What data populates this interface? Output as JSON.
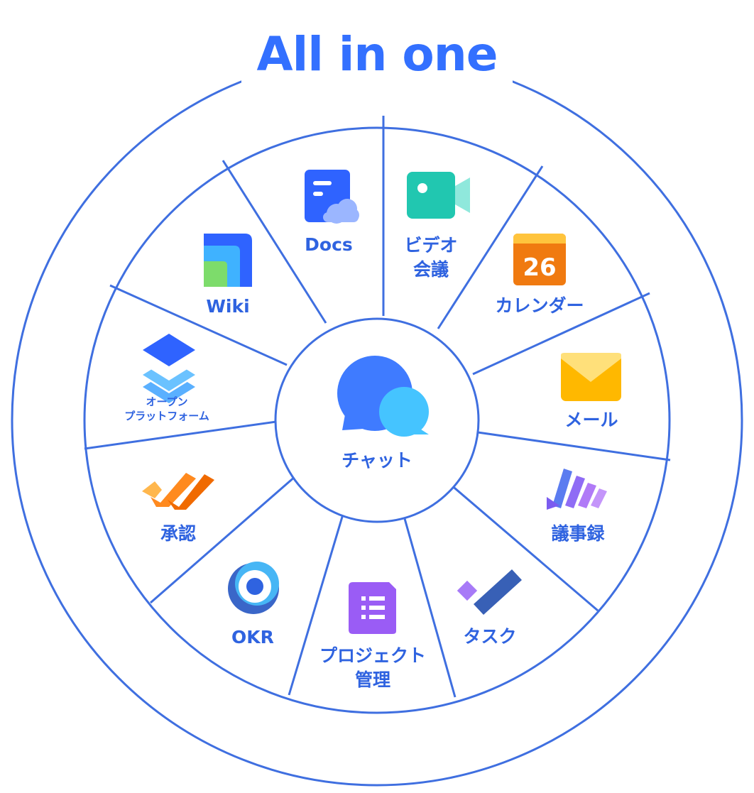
{
  "title": "All in one",
  "colors": {
    "accent": "#3370ff",
    "ring": "#3f6fe0",
    "label": "#2f63e0"
  },
  "center": {
    "label": "チャット",
    "icon": "chat-bubbles-icon"
  },
  "segments": [
    {
      "id": "docs",
      "lines": [
        "Docs"
      ],
      "icon": "docs-icon"
    },
    {
      "id": "video",
      "lines": [
        "ビデオ",
        "会議"
      ],
      "icon": "video-camera-icon"
    },
    {
      "id": "calendar",
      "lines": [
        "カレンダー"
      ],
      "icon": "calendar-icon",
      "icon_text": "26"
    },
    {
      "id": "mail",
      "lines": [
        "メール"
      ],
      "icon": "mail-envelope-icon"
    },
    {
      "id": "minutes",
      "lines": [
        "議事録"
      ],
      "icon": "minutes-icon"
    },
    {
      "id": "task",
      "lines": [
        "タスク"
      ],
      "icon": "task-check-icon"
    },
    {
      "id": "project",
      "lines": [
        "プロジェクト",
        "管理"
      ],
      "icon": "project-list-icon"
    },
    {
      "id": "okr",
      "lines": [
        "OKR"
      ],
      "icon": "okr-target-icon"
    },
    {
      "id": "approval",
      "lines": [
        "承認"
      ],
      "icon": "approval-check-icon"
    },
    {
      "id": "platform",
      "lines": [
        "オープン",
        "プラットフォーム"
      ],
      "icon": "layers-stack-icon"
    },
    {
      "id": "wiki",
      "lines": [
        "Wiki"
      ],
      "icon": "wiki-book-icon"
    }
  ]
}
